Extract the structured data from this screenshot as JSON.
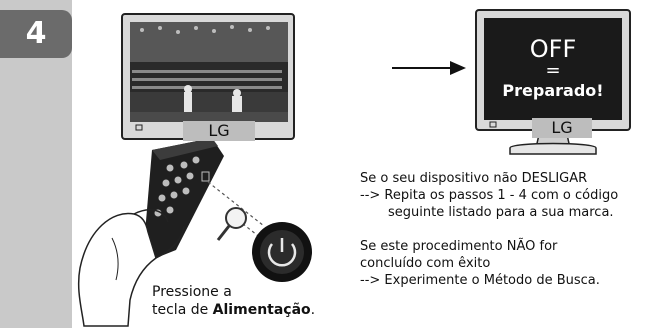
{
  "step": {
    "number": "4"
  },
  "tv_on": {
    "brand": "LG"
  },
  "tv_off": {
    "status_off": "OFF",
    "status_equals": "=",
    "status_ready": "Preparado!",
    "brand": "LG"
  },
  "caption": {
    "line1": "Pressione a",
    "line2_prefix": "tecla de ",
    "line2_bold": "Alimentação",
    "line2_suffix": "."
  },
  "instructions": {
    "block1": {
      "line1": "Se o seu dispositivo não DESLIGAR",
      "line2": "--> Repita os passos 1 - 4 com o código",
      "line3": "seguinte listado para a sua marca."
    },
    "block2": {
      "line1": "Se este procedimento NÃO for",
      "line2": "concluído com êxito",
      "line3": "--> Experimente o Método de Busca."
    }
  },
  "colors": {
    "side_strip": "#c9c9c9",
    "badge": "#6b6b6b",
    "screen_off": "#1a1a1a"
  }
}
